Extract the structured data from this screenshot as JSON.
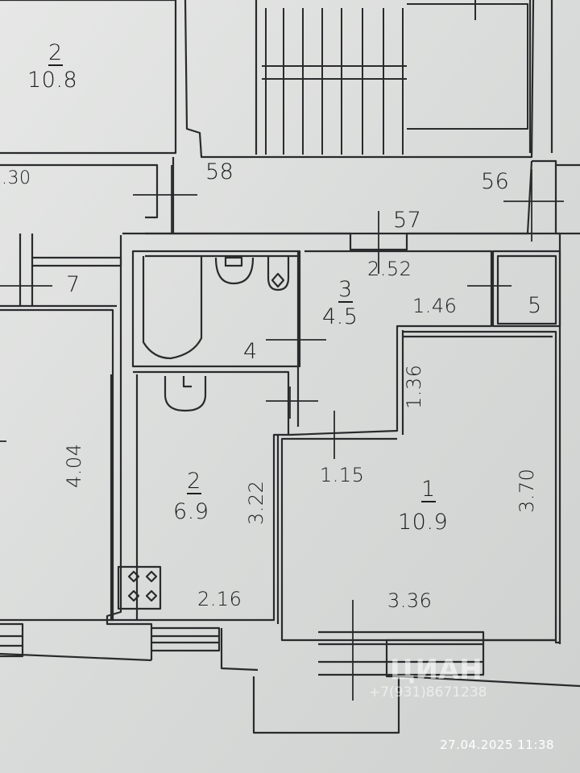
{
  "rooms": [
    {
      "number": "2",
      "area": "10.8"
    },
    {
      "number": "3",
      "area": "4.5"
    },
    {
      "number": "2",
      "area": "6.9"
    },
    {
      "number": "1",
      "area": "10.9"
    }
  ],
  "unit_numbers": [
    "58",
    "56",
    "57",
    "7",
    "5",
    "4"
  ],
  "dimensions": {
    "top_left": ".30",
    "hall_width": "2.52",
    "hall_depth": "1.46",
    "corridor": "1.36",
    "corridor_width": "1.15",
    "left_room": "4.04",
    "kitchen_height": "3.22",
    "kitchen_width": "2.16",
    "room1_height": "3.70",
    "room1_width": "3.36"
  },
  "watermark": {
    "brand": "ЦИАН",
    "phone": "+7(931)8671238"
  },
  "timestamp": "27.04.2025  11:38"
}
